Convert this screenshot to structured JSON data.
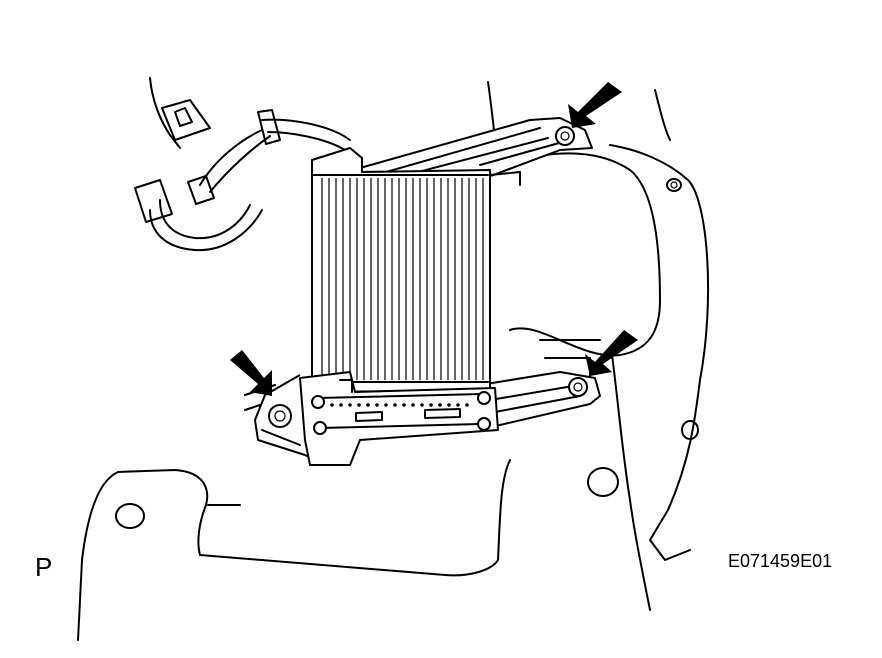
{
  "figure": {
    "view_label": "P",
    "code": "E071459E01",
    "arrow_count": 3,
    "colors": {
      "line": "#000000",
      "background": "#ffffff"
    }
  }
}
